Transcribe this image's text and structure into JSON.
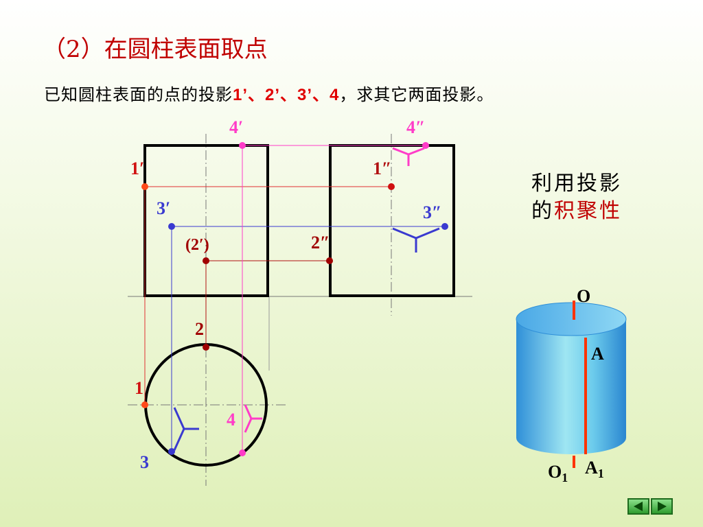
{
  "title": "（2）在圆柱表面取点",
  "subtitle": {
    "text": "已知圆柱表面的点的投影",
    "points": "1’、2’、3’、4",
    "tail": "，求其它两面投影。"
  },
  "note": {
    "line1": "利用投影",
    "line2_prefix": "的",
    "line2_highlight": "积聚性"
  },
  "labels": {
    "p4_front": "4′",
    "p4_side": "4″",
    "p1_front": "1′",
    "p1_side": "1″",
    "p3_front": "3′",
    "p3_side": "3″",
    "p2_front": "(2′)",
    "p2_side": "2″",
    "p2_top": "2",
    "p1_top": "1",
    "p4_top": "4",
    "p3_top": "3"
  },
  "cylinder": {
    "top": "O",
    "bottom": "O",
    "bottom_sub": "1",
    "line_top": "A",
    "line_bottom": "A",
    "line_bottom_sub": "1"
  },
  "colors": {
    "title": "#c00000",
    "point1": "#ff4a1a",
    "point2": "#a00000",
    "point3": "#3a3ad0",
    "point4": "#ff3cc8",
    "cylinder": "#3fb0e8",
    "generatrix": "#ff3300"
  },
  "icons": {
    "prev": "triangle-left-icon",
    "next": "triangle-right-icon"
  }
}
